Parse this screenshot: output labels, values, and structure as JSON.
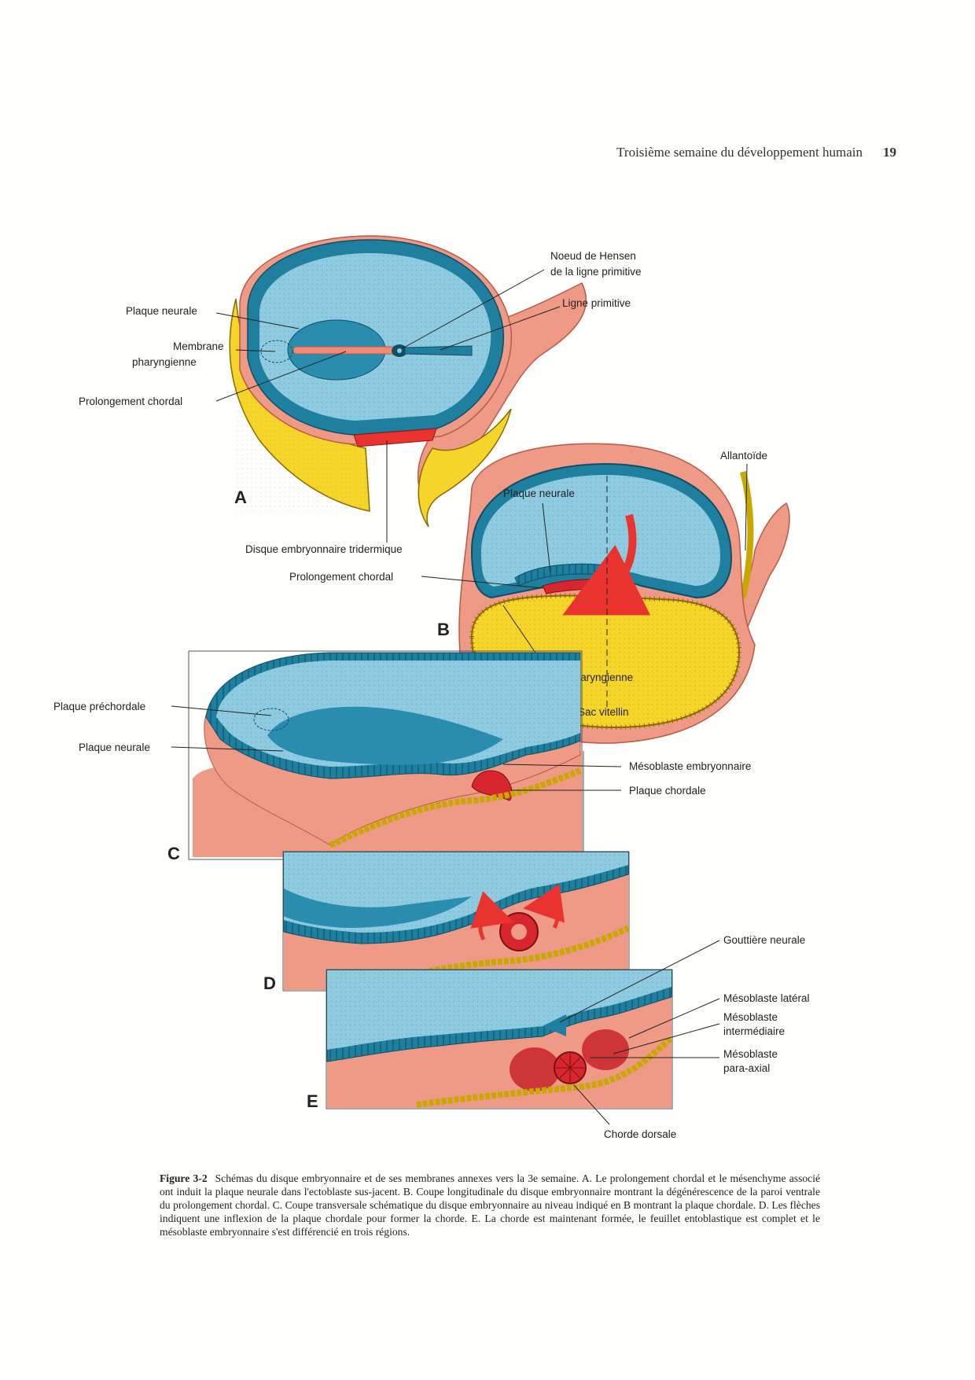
{
  "header": {
    "title": "Troisième semaine du développement humain",
    "page_number": "19"
  },
  "figure": {
    "panels": {
      "a": "A",
      "b": "B",
      "c": "C",
      "d": "D",
      "e": "E"
    },
    "labels": {
      "noeud_hensen_1": "Noeud de Hensen",
      "noeud_hensen_2": "de la ligne primitive",
      "ligne_primitive": "Ligne primitive",
      "plaque_neurale_a": "Plaque neurale",
      "membrane_1": "Membrane",
      "membrane_2": "pharyngienne",
      "prolongement_chordal_a": "Prolongement chordal",
      "disque_tridermique": "Disque embryonnaire tridermique",
      "prolongement_chordal_b": "Prolongement chordal",
      "allantoide": "Allantoïde",
      "plaque_neurale_b": "Plaque neurale",
      "membrane_pharyngienne_b": "Membrane pharyngienne",
      "sac_vitellin": "Sac vitellin",
      "plaque_prechordale": "Plaque préchordale",
      "plaque_neurale_c": "Plaque neurale",
      "mesoblaste_embryonnaire": "Mésoblaste embryonnaire",
      "plaque_chordale": "Plaque chordale",
      "gouttiere_neurale": "Gouttière neurale",
      "mesoblaste_lateral": "Mésoblaste latéral",
      "mesoblaste_intermediaire_1": "Mésoblaste",
      "mesoblaste_intermediaire_2": "intermédiaire",
      "mesoblaste_paraaxial_1": "Mésoblaste",
      "mesoblaste_paraaxial_2": "para-axial",
      "chorde_dorsale": "Chorde dorsale"
    }
  },
  "caption": {
    "label": "Figure 3-2",
    "text": "Schémas du disque embryonnaire et de ses membranes annexes vers la 3e semaine. A. Le prolongement chordal et le mésenchyme associé ont induit la plaque neurale dans l'ectoblaste sus-jacent. B. Coupe longitudinale du disque embryonnaire montrant la dégénérescence de la paroi ventrale du prolongement chordal. C. Coupe transversale schématique du disque embryonnaire au niveau indiqué en B montrant la plaque chordale. D. Les flèches indiquent une inflexion de la plaque chordale pour former la chorde. E. La chorde est maintenant formée, le feuillet entoblastique est complet et le mésoblaste embryonnaire s'est différencié en trois régions."
  },
  "colors": {
    "ectoderm_dark": "#1f7f9f",
    "ectoderm_light": "#8fcbe0",
    "neural_plate": "#2a8db0",
    "mesoderm": "#ef9a86",
    "yolk": "#f6d52a",
    "chorda": "#d8262f"
  }
}
